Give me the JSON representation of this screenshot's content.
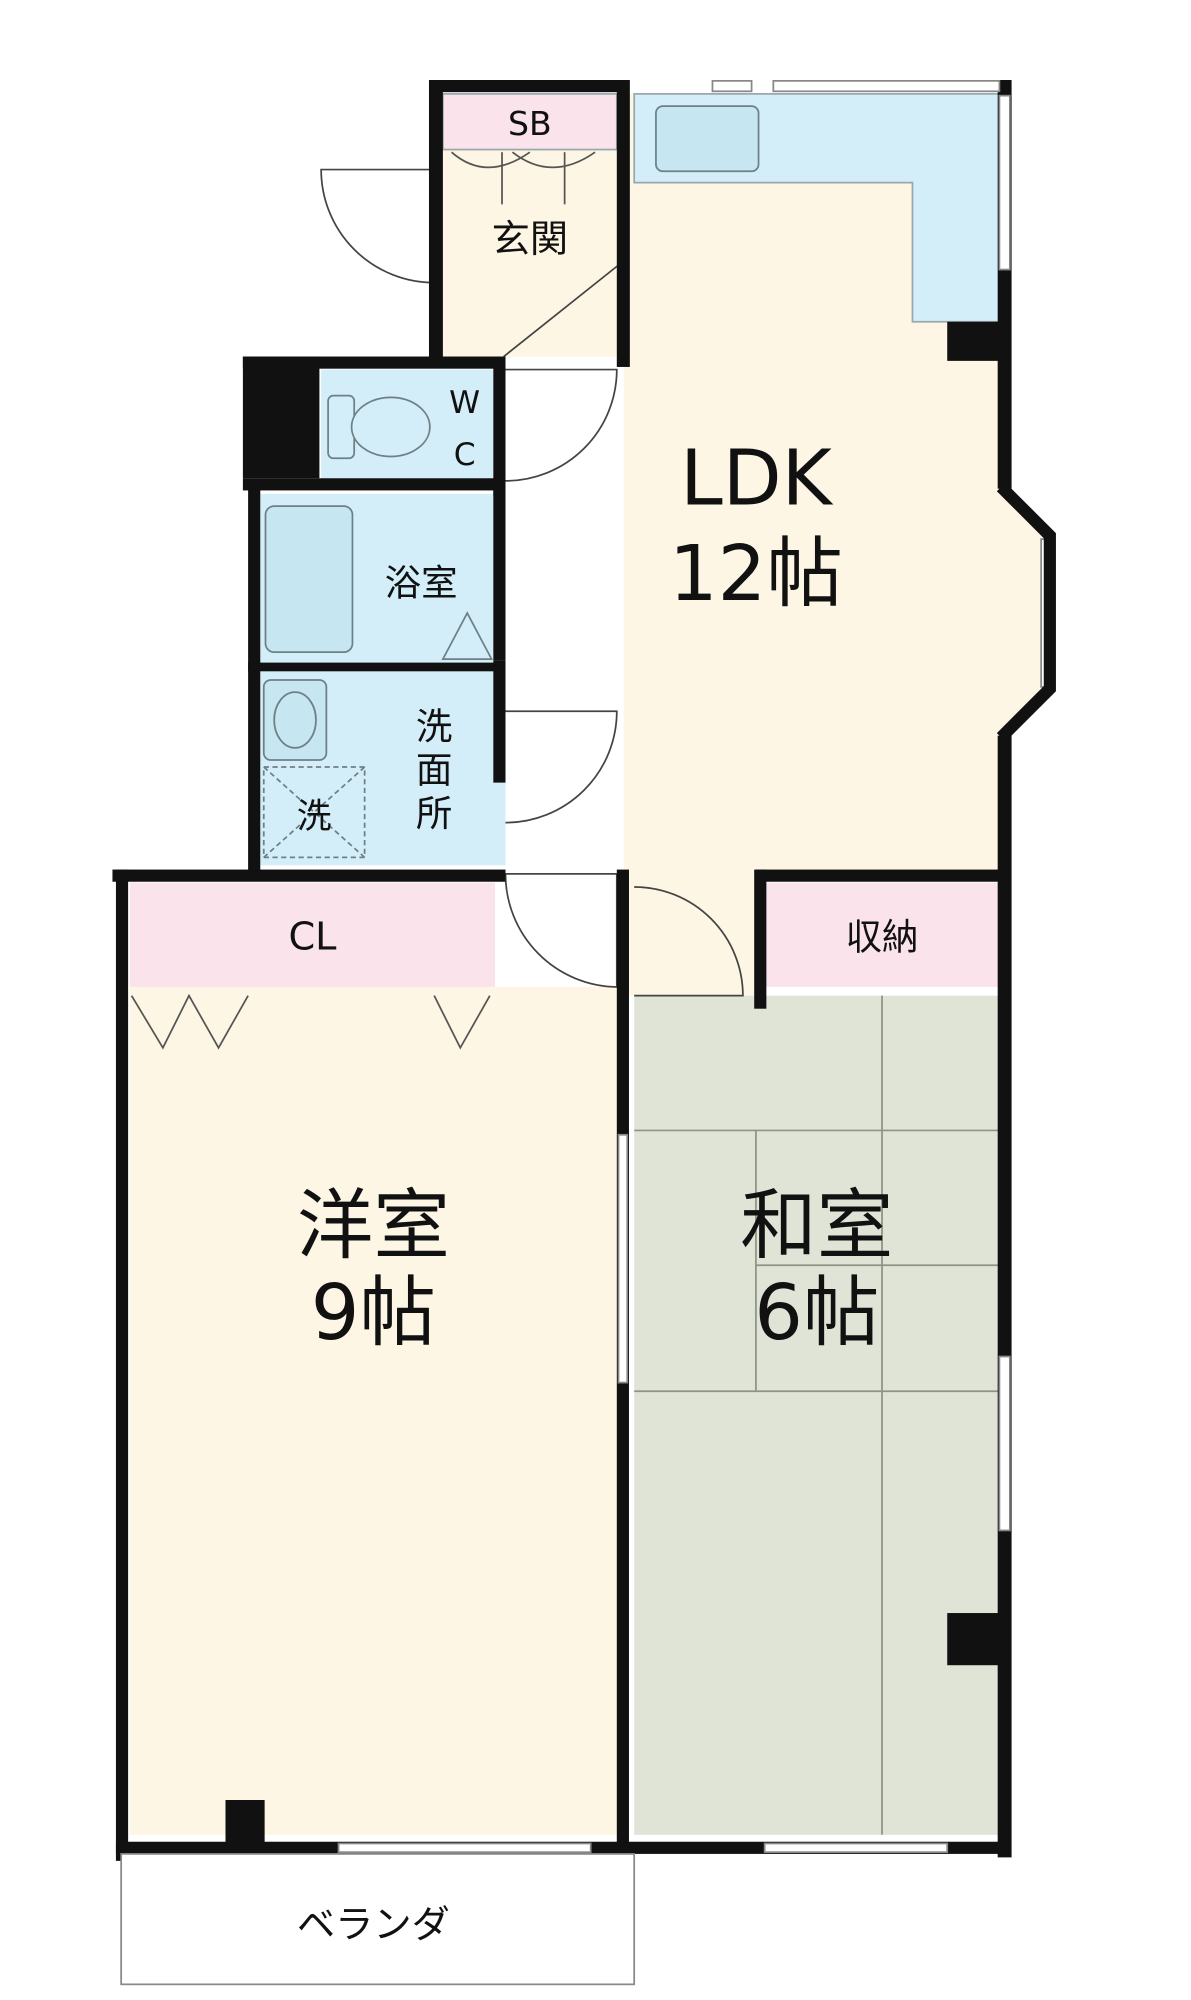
{
  "rooms": {
    "sb": "SB",
    "genkan": "玄関",
    "wc_top": "W",
    "wc_bottom": "C",
    "bath": "浴室",
    "washroom": [
      "洗",
      "面",
      "所"
    ],
    "washer": "洗",
    "ldk_name": "LDK",
    "ldk_size": "12帖",
    "closet": "CL",
    "storage": "収納",
    "western_name": "洋室",
    "western_size": "9帖",
    "japanese_name": "和室",
    "japanese_size": "6帖",
    "veranda": "ベランダ"
  },
  "colors": {
    "wall": "#111111",
    "ldk_floor": "#fdf6e4",
    "western_floor": "#fdf6e4",
    "japanese_floor": "#dfe4d6",
    "water_area": "#d3eef8",
    "kitchen": "#d3eef8",
    "storage": "#fbe3ec",
    "veranda": "#ffffff"
  }
}
